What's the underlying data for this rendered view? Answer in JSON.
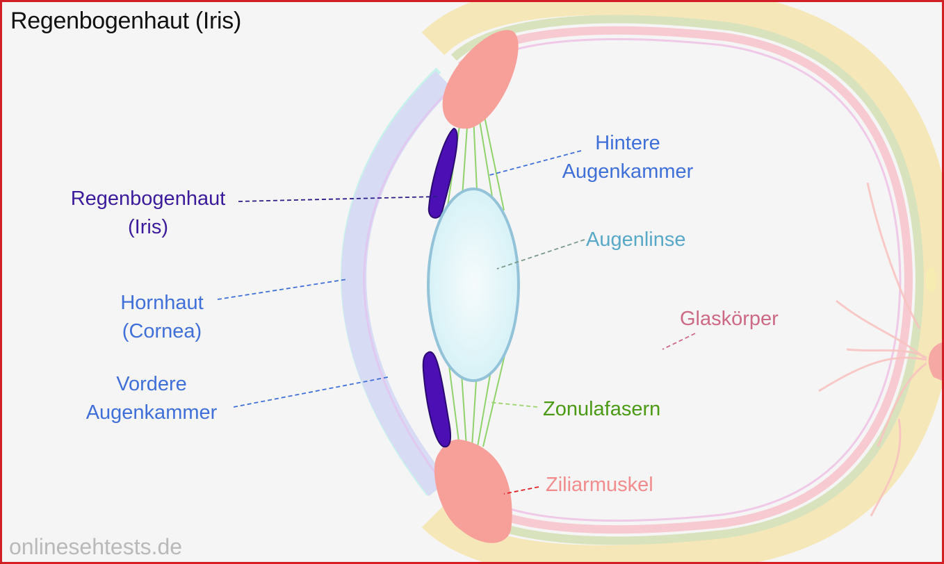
{
  "title": "Regenbogenhaut (Iris)",
  "watermark": "onlinesehtests.de",
  "labels": {
    "iris": {
      "line1": "Regenbogenhaut",
      "line2": "(Iris)"
    },
    "cornea": {
      "line1": "Hornhaut",
      "line2": "(Cornea)"
    },
    "anterior_chamber": {
      "line1": "Vordere",
      "line2": "Augenkammer"
    },
    "posterior_chamber": {
      "line1": "Hintere",
      "line2": "Augenkammer"
    },
    "lens": "Augenlinse",
    "vitreous": "Glaskörper",
    "zonula": "Zonulafasern",
    "ciliary": "Ziliarmuskel"
  },
  "colors": {
    "frame": "#d11f26",
    "iris": "#3c1a9c",
    "blue_label": "#3f6fd8",
    "lens_label": "#58a8c8",
    "vitreous_label": "#cc6a86",
    "zonula_label": "#4a9a14",
    "ciliary_label": "#f28c8c"
  }
}
